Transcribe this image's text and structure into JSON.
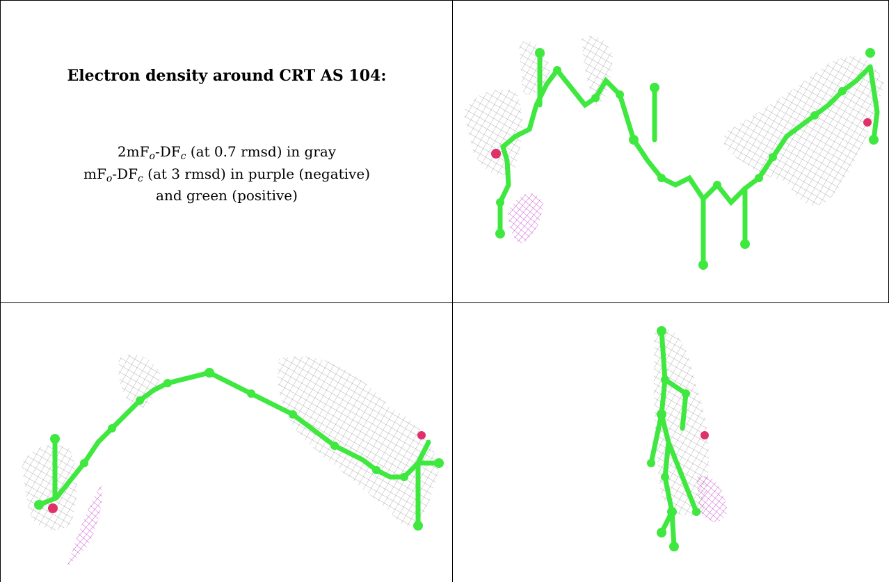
{
  "caption": {
    "title": "Electron density around CRT AS 104:",
    "line1": [
      "2mF",
      "o",
      "-DF",
      "c",
      " (at 0.7 rmsd) in gray"
    ],
    "line2": [
      "mF",
      "o",
      "-DF",
      "c",
      " (at 3 rmsd) in purple (negative)"
    ],
    "line3": "and green (positive)"
  },
  "colors": {
    "carbon": "#3ee83e",
    "oxygen": "#e0306a",
    "mesh_2fofc": "#8a8a8a",
    "mesh_negative": "#c030c8",
    "border": "#000000"
  },
  "panels": [
    {
      "name": "panel-view-1",
      "content": "molecule-render"
    },
    {
      "name": "panel-view-2",
      "content": "molecule-render"
    },
    {
      "name": "panel-view-3",
      "content": "molecule-render"
    }
  ]
}
